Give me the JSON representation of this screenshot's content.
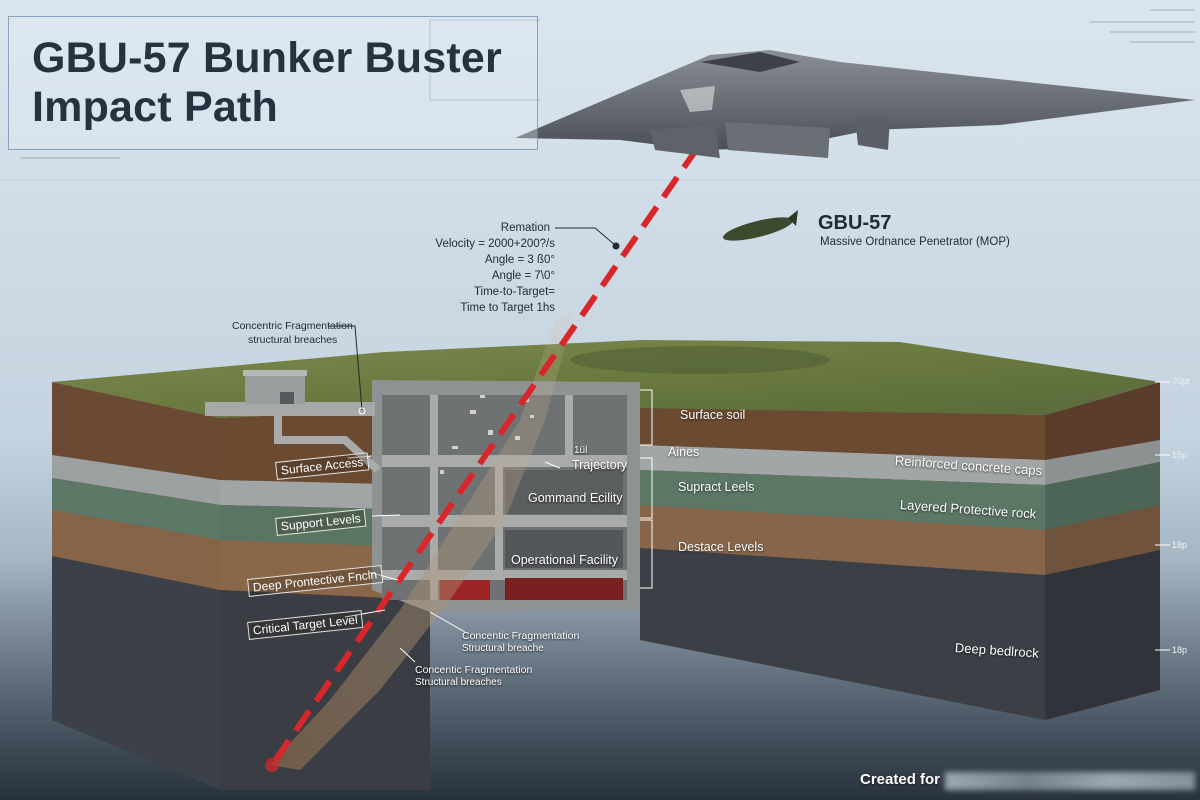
{
  "header": {
    "title": "GBU-57 Bunker Buster\nImpact Path"
  },
  "weapon": {
    "name": "GBU-57",
    "subtitle": "Massive Ordnance Penetrator (MOP)"
  },
  "release_calc": {
    "title": "Remation",
    "lines": [
      "Velocity = 2000+200?/s",
      "Angle = 3 ß0°",
      "Angle = 7\\0°",
      "Time-to-Target=",
      "Time to Target 1hs"
    ]
  },
  "annotations": {
    "top_left": [
      "Concentric Fragmentation",
      "structural breaches"
    ],
    "lower_1": [
      "Concentic Fragmentation",
      "Structural breache"
    ],
    "lower_2": [
      "Concentic Fragmentation",
      "Structural breaches"
    ]
  },
  "left_labels": {
    "surface_access": "Surface Access",
    "support_levels": "Support Levels",
    "deep_protective": "Deep Prontective Fncin",
    "critical_target": "Critical Target Level"
  },
  "facility_labels": {
    "trajectory": "Trajectory",
    "command": "Gommand Ecility",
    "operational": "Operational Facility"
  },
  "center_labels": {
    "surface_soil": "Surface soil",
    "aines": "Aines",
    "suprace": "Supract Leels",
    "destace": "Destace Levels",
    "small_mark": "1ül"
  },
  "right_labels": {
    "reinforced": "Reinforced concrete caps",
    "layered": "Layered Protective rock",
    "bedrock": "Deep bedlrock"
  },
  "depth_ticks": [
    "70pt",
    "15p",
    "18p",
    "18p"
  ],
  "footer": {
    "created": "Created for"
  },
  "colors": {
    "sky_top": "#d4e0ea",
    "sky_bottom": "#b7c7d5",
    "grass": "#6f7f45",
    "soil": "#6b4a32",
    "concrete": "#9a9c9c",
    "rock_green": "#5f7a6a",
    "bedrock": "#3b3e45",
    "trajectory_red": "#d8262a",
    "title_text": "#253340"
  },
  "icons": {
    "aircraft": "b2-stealth-bomber-icon",
    "munition": "gbu57-bomb-icon"
  }
}
